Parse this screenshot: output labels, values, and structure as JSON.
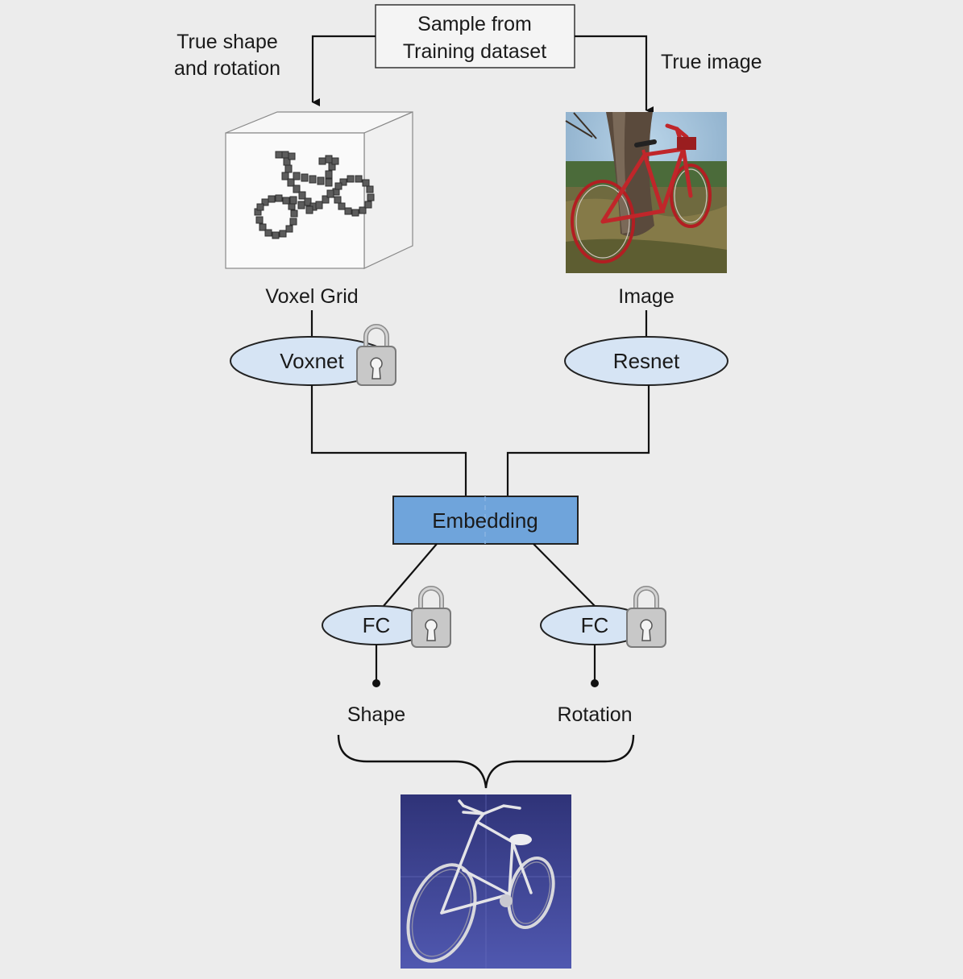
{
  "source_box": {
    "line1": "Sample from",
    "line2": "Training dataset"
  },
  "left_arrow_label": {
    "line1": "True shape",
    "line2": "and rotation"
  },
  "right_arrow_label": "True image",
  "voxel_label": "Voxel Grid",
  "image_label": "Image",
  "voxnet_label": "Voxnet",
  "resnet_label": "Resnet",
  "embedding_label": "Embedding",
  "fc_left_label": "FC",
  "fc_right_label": "FC",
  "shape_label": "Shape",
  "rotation_label": "Rotation",
  "icons": [
    "lock-icon",
    "voxel-bicycle-icon",
    "bicycle-photo",
    "bicycle-render"
  ],
  "colors": {
    "background": "#ececec",
    "ellipse_fill": "#d6e4f4",
    "embedding_fill": "#6fa4db",
    "lock_fill": "#c8c8c8",
    "render_bg": "#40469a"
  }
}
